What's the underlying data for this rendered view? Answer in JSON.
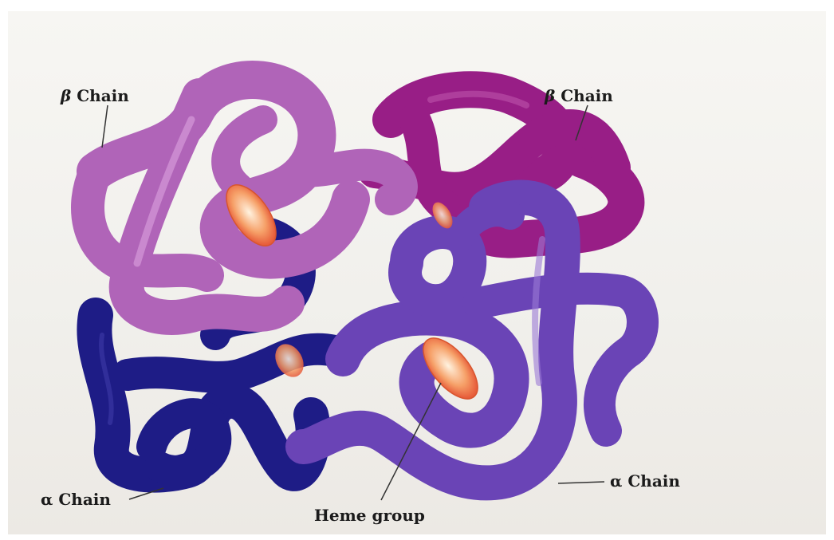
{
  "figure": {
    "labels": {
      "beta_chain_left": {
        "symbol": "β",
        "text": "Chain"
      },
      "beta_chain_right": {
        "symbol": "β",
        "text": "Chain"
      },
      "alpha_chain_left": {
        "symbol": "α",
        "text": "Chain"
      },
      "alpha_chain_right": {
        "symbol": "α",
        "text": "Chain"
      },
      "heme_group": "Heme group"
    },
    "colors": {
      "beta_left": "#b064b8",
      "beta_right": "#981e86",
      "alpha_left": "#1e1c86",
      "alpha_right": "#6a44b6",
      "heme": "#f07a4a"
    }
  }
}
